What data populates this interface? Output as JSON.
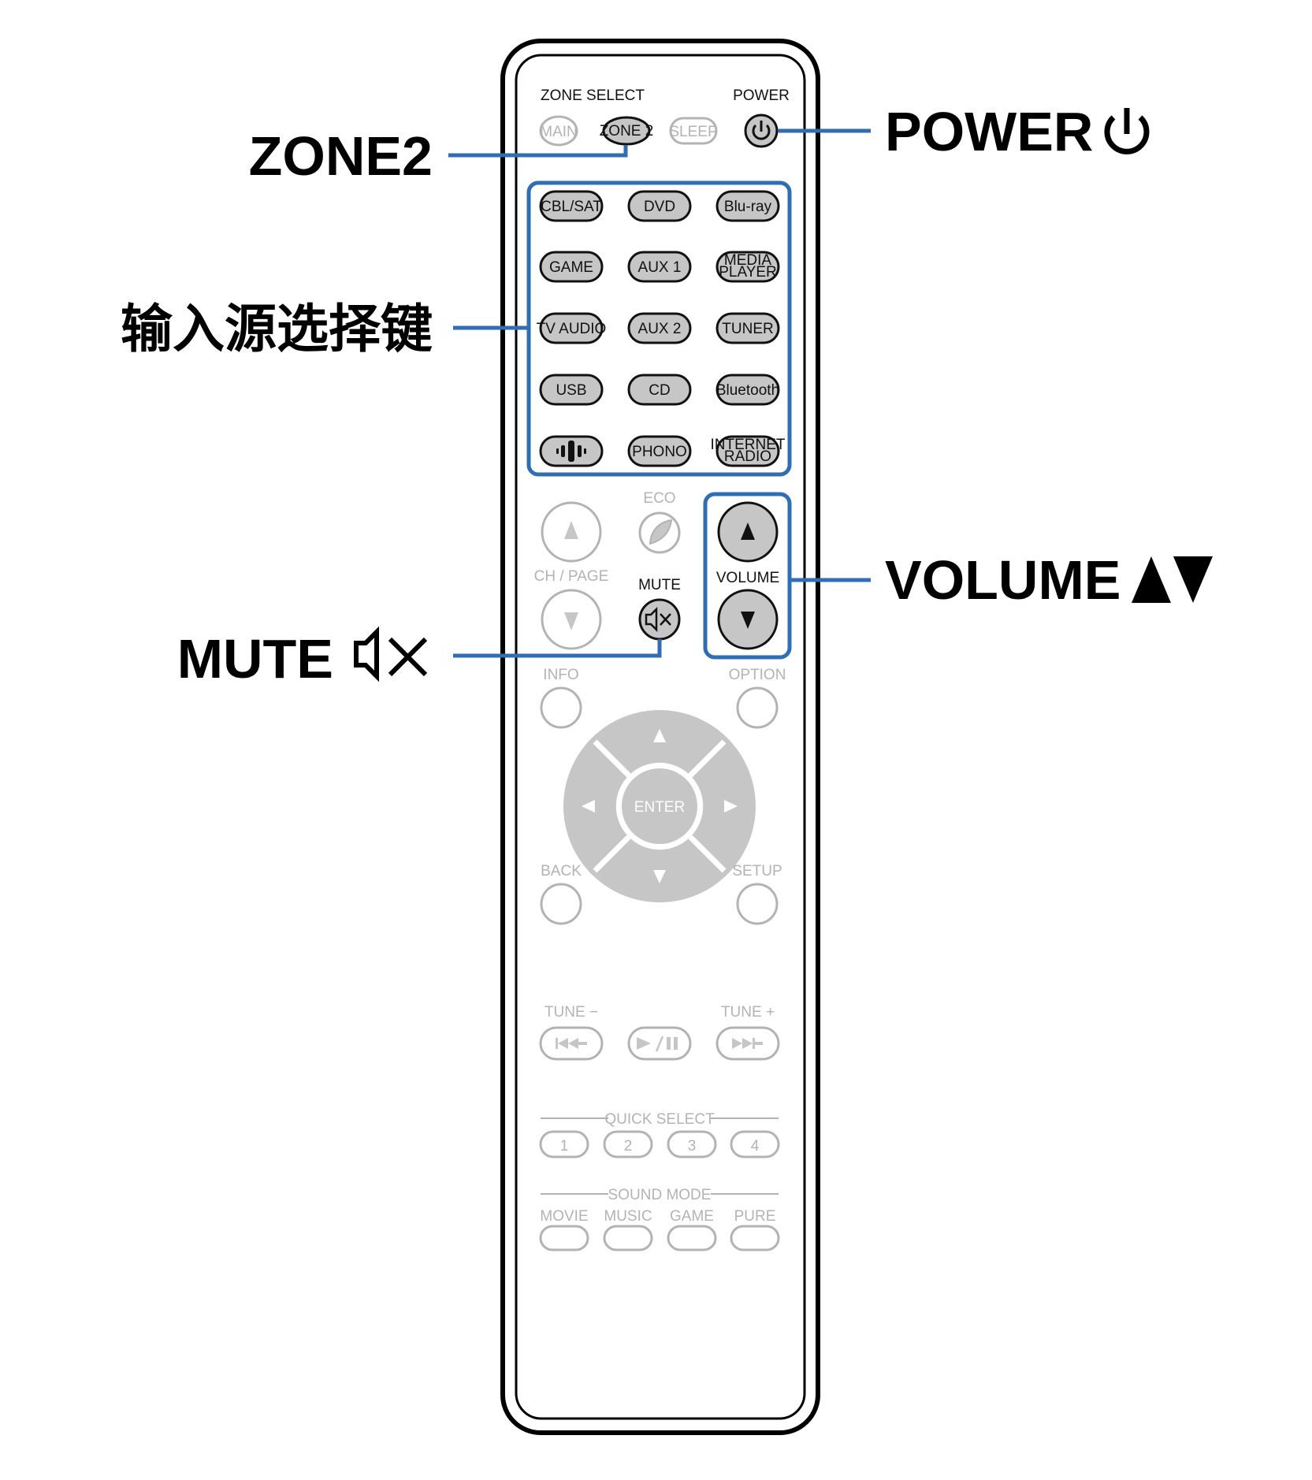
{
  "callouts": {
    "zone2": "ZONE2",
    "input_keys": "输入源选择键",
    "mute": "MUTE",
    "power": "POWER",
    "volume": "VOLUME"
  },
  "remote": {
    "zone_select_label": "ZONE SELECT",
    "power_label": "POWER",
    "zone_buttons": [
      "MAIN",
      "ZONE 2",
      "SLEEP"
    ],
    "input_buttons": [
      [
        "CBL/SAT",
        "DVD",
        "Blu-ray"
      ],
      [
        "GAME",
        "AUX 1",
        "MEDIA|PLAYER"
      ],
      [
        "TV AUDIO",
        "AUX 2",
        "TUNER"
      ],
      [
        "USB",
        "CD",
        "Bluetooth"
      ],
      [
        "heos-icon",
        "PHONO",
        "INTERNET|RADIO"
      ]
    ],
    "eco_label": "ECO",
    "ch_page_label": "CH / PAGE",
    "mute_label": "MUTE",
    "volume_label": "VOLUME",
    "info_label": "INFO",
    "option_label": "OPTION",
    "enter_label": "ENTER",
    "back_label": "BACK",
    "setup_label": "SETUP",
    "tune_minus_label": "TUNE −",
    "tune_plus_label": "TUNE +",
    "quick_select_label": "QUICK SELECT",
    "quick_select_buttons": [
      "1",
      "2",
      "3",
      "4"
    ],
    "sound_mode_label": "SOUND MODE",
    "sound_mode_buttons": [
      "MOVIE",
      "MUSIC",
      "GAME",
      "PURE"
    ]
  },
  "colors": {
    "highlight": "#2f6eb5",
    "active_button_fill": "#c6c6c6",
    "inactive_gray": "#b3b3b3",
    "outline": "#111111"
  }
}
